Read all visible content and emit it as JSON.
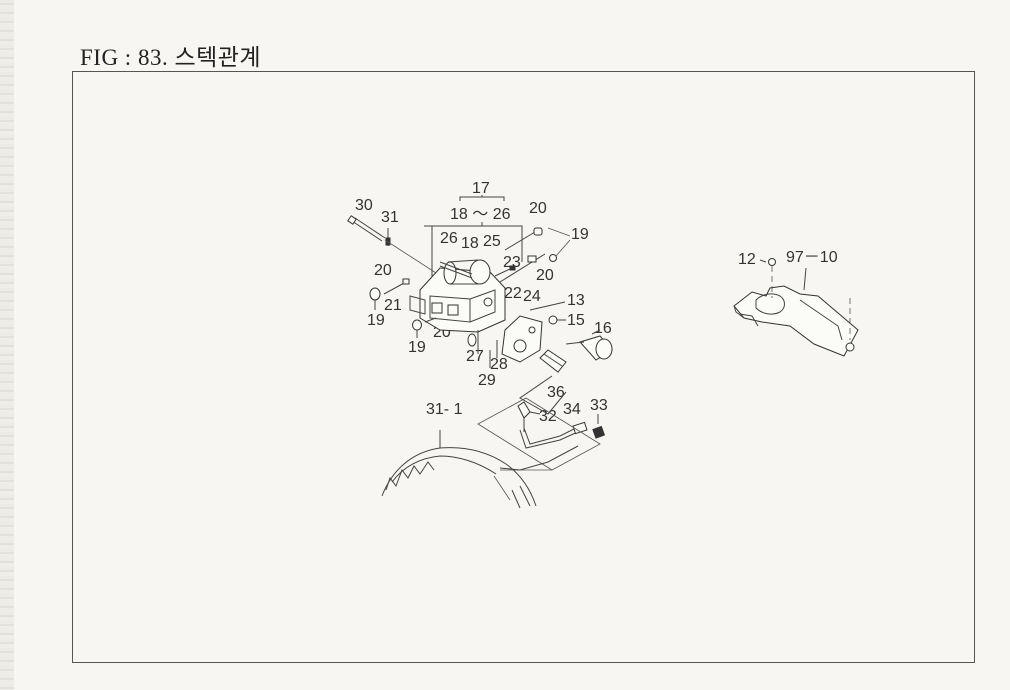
{
  "figure": {
    "title": "FIG : 83. 스텍관계",
    "callouts": [
      {
        "id": "c17",
        "text": "17"
      },
      {
        "id": "c18-26",
        "text": "18 ～ 26"
      },
      {
        "id": "c30",
        "text": "30"
      },
      {
        "id": "c31",
        "text": "31"
      },
      {
        "id": "c26",
        "text": "26"
      },
      {
        "id": "c18",
        "text": "18"
      },
      {
        "id": "c25",
        "text": "25"
      },
      {
        "id": "c20a",
        "text": "20"
      },
      {
        "id": "c19a",
        "text": "19"
      },
      {
        "id": "c23",
        "text": "23"
      },
      {
        "id": "c20b",
        "text": "20"
      },
      {
        "id": "c22",
        "text": "22"
      },
      {
        "id": "c24",
        "text": "24"
      },
      {
        "id": "c20c",
        "text": "20"
      },
      {
        "id": "c21",
        "text": "21"
      },
      {
        "id": "c19b",
        "text": "19"
      },
      {
        "id": "c13",
        "text": "13"
      },
      {
        "id": "c15",
        "text": "15"
      },
      {
        "id": "c16",
        "text": "16"
      },
      {
        "id": "c20d",
        "text": "20"
      },
      {
        "id": "c19c",
        "text": "19"
      },
      {
        "id": "c27",
        "text": "27"
      },
      {
        "id": "c28",
        "text": "28"
      },
      {
        "id": "c29",
        "text": "29"
      },
      {
        "id": "c36",
        "text": "36"
      },
      {
        "id": "c31-1",
        "text": "31- 1"
      },
      {
        "id": "c32",
        "text": "32"
      },
      {
        "id": "c34",
        "text": "34"
      },
      {
        "id": "c33",
        "text": "33"
      },
      {
        "id": "c12",
        "text": "12"
      },
      {
        "id": "c97-10",
        "text": "97－10"
      }
    ]
  }
}
